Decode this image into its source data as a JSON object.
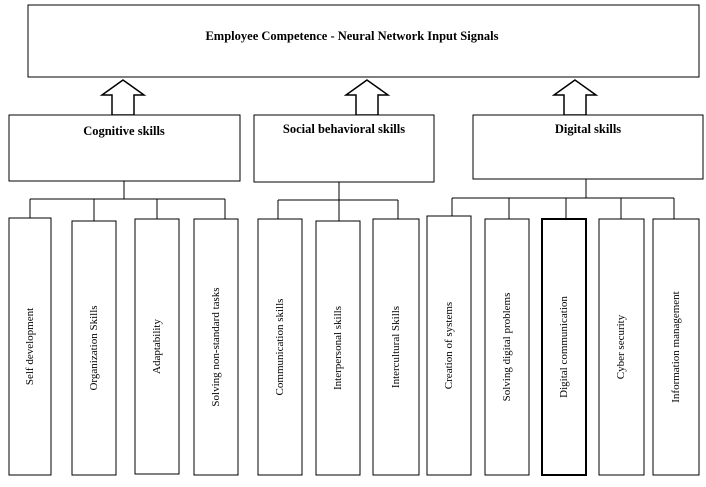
{
  "diagram": {
    "title": "Employee Competence - Neural Network Input Signals",
    "groups": [
      {
        "label": "Cognitive skills",
        "items": [
          "Self development",
          "Organization Skills",
          "Adaptability",
          "Solving non-standard tasks"
        ]
      },
      {
        "label": "Social behavioral skills",
        "items": [
          "Communication skills",
          "Interpersonal skills",
          "Intercultural Skills"
        ]
      },
      {
        "label": "Digital skills",
        "items": [
          "Creation of systems",
          "Solving digital problems",
          "Digital communication",
          "Cyber security",
          "Information management"
        ]
      }
    ]
  }
}
